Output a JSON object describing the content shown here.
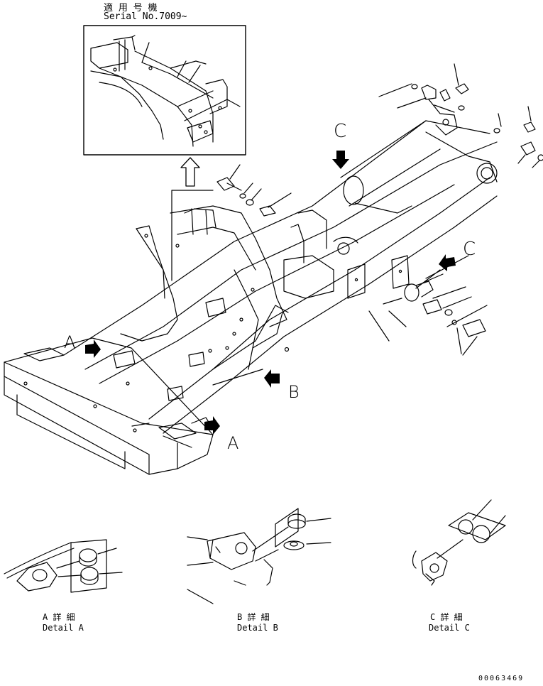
{
  "inset": {
    "title_jp": "適 用 号 機",
    "title_en": "Serial No.7009~"
  },
  "view_letters": {
    "a_front": "A",
    "a_lower": "A",
    "b": "B",
    "c_top": "C",
    "c_right": "C"
  },
  "details": {
    "a": {
      "jp": "A 詳 細",
      "en": "Detail A"
    },
    "b": {
      "jp": "B 詳 細",
      "en": "Detail B"
    },
    "c": {
      "jp": "C 詳 細",
      "en": "Detail C"
    }
  },
  "drawing_number": "00063469",
  "colors": {
    "line": "#000000",
    "background": "#ffffff"
  }
}
